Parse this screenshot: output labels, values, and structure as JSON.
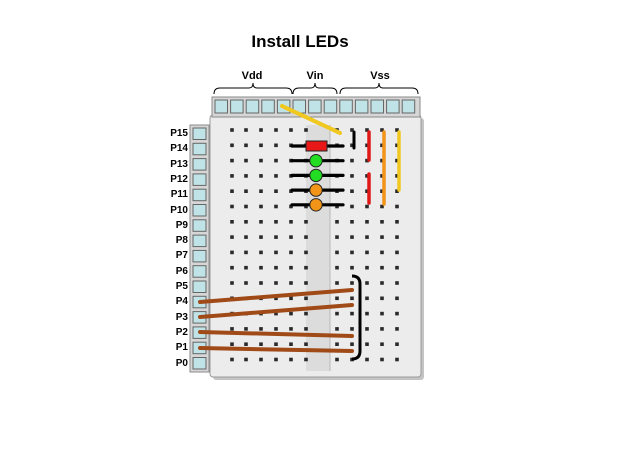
{
  "title": "Install LEDs",
  "header_groups": [
    {
      "label": "Vdd"
    },
    {
      "label": "Vin"
    },
    {
      "label": "Vss"
    }
  ],
  "pin_labels": [
    "P15",
    "P14",
    "P13",
    "P12",
    "P11",
    "P10",
    "P9",
    "P8",
    "P7",
    "P6",
    "P5",
    "P4",
    "P3",
    "P2",
    "P1",
    "P0"
  ],
  "leds": [
    {
      "color": "#e81818",
      "shape": "rect"
    },
    {
      "color": "#22dd22",
      "shape": "circle"
    },
    {
      "color": "#22dd22",
      "shape": "circle"
    },
    {
      "color": "#f29418",
      "shape": "circle"
    },
    {
      "color": "#f29418",
      "shape": "circle"
    }
  ],
  "colors": {
    "socket": "#bfe3e6",
    "board": "#ececec",
    "wire_brown": "#a04a18",
    "wire_yellow": "#f0c820",
    "wire_red": "#e01818",
    "wire_orange": "#f29418",
    "lead": "#000000"
  }
}
